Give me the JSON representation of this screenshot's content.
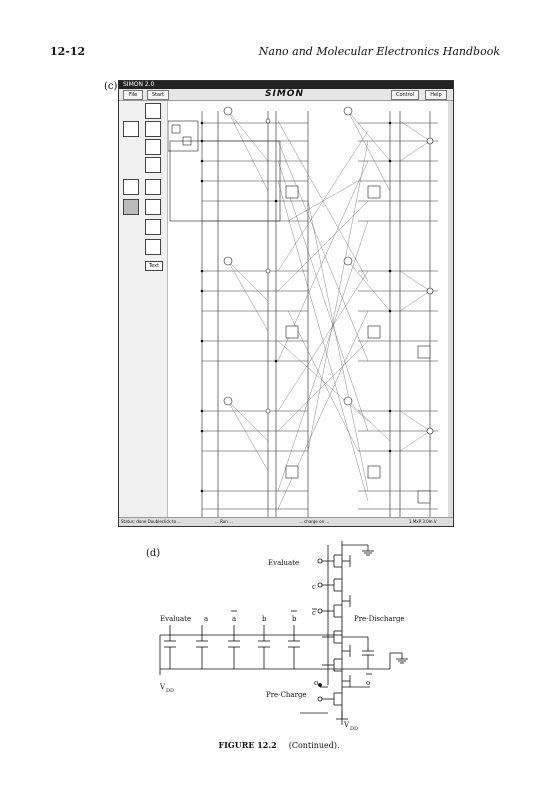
{
  "page": {
    "header_left": "12-12",
    "header_right": "Nano and Molecular Electronics Handbook",
    "panel_c_label": "(c)",
    "panel_d_label": "(d)"
  },
  "simon_window": {
    "title": "SIMON 2.0",
    "menu": {
      "file": "File",
      "start": "Start",
      "control": "Control",
      "help": "Help"
    },
    "brand": "SIMON",
    "tool_text": "Text",
    "status": {
      "left": "Status: done   Doubleclick to ...",
      "mid": "... Run ...",
      "right_a": "... charge on ...",
      "right_b": "1 MxP  3.0m.V"
    }
  },
  "circuit_d": {
    "evaluate_top": "Evaluate",
    "c": "c",
    "c_bar": "c",
    "evaluate_left": "Evaluate",
    "a": "a",
    "a_bar": "a",
    "b": "b",
    "b_bar": "b",
    "pre_discharge": "Pre-Discharge",
    "vdd_left": "V",
    "vdd_left_sub": "DD",
    "o": "o",
    "o_bar": "o",
    "pre_charge": "Pre-Charge",
    "vdd_bottom": "V",
    "vdd_bottom_sub": "DD"
  },
  "caption": {
    "label": "FIGURE 12.2",
    "text": "(Continued)."
  }
}
